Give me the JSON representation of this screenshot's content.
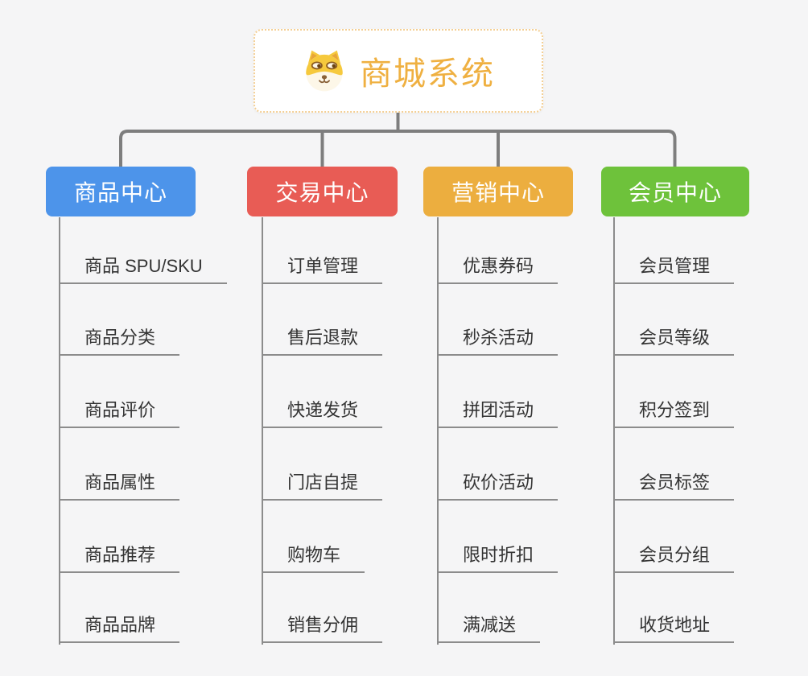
{
  "page": {
    "background_color": "#f5f5f6",
    "connector_color": "#7e7e7e",
    "child_line_color": "#8c8c8c",
    "child_text_color": "#333333"
  },
  "root": {
    "title": "商城系统",
    "icon": "dog-face-icon",
    "title_color": "#efb041",
    "border_color": "#f4cf94",
    "background": "#ffffff"
  },
  "branches": [
    {
      "label": "商品中心",
      "color": "#4d94ea",
      "children": [
        "商品 SPU/SKU",
        "商品分类",
        "商品评价",
        "商品属性",
        "商品推荐",
        "商品品牌"
      ]
    },
    {
      "label": "交易中心",
      "color": "#e85c55",
      "children": [
        "订单管理",
        "售后退款",
        "快递发货",
        "门店自提",
        "购物车",
        "销售分佣"
      ]
    },
    {
      "label": "营销中心",
      "color": "#ecae3f",
      "children": [
        "优惠券码",
        "秒杀活动",
        "拼团活动",
        "砍价活动",
        "限时折扣",
        "满减送"
      ]
    },
    {
      "label": "会员中心",
      "color": "#6ec23b",
      "children": [
        "会员管理",
        "会员等级",
        "积分签到",
        "会员标签",
        "会员分组",
        "收货地址"
      ]
    }
  ]
}
